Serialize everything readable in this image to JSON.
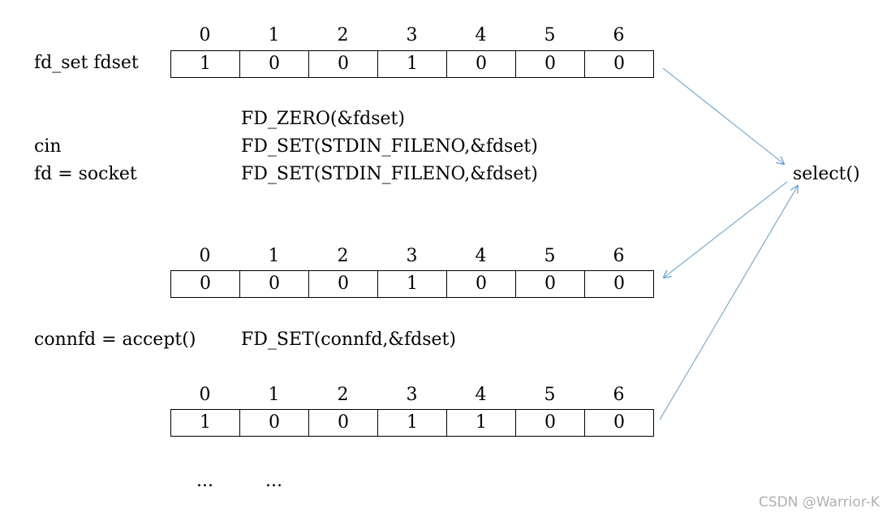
{
  "indices": [
    "0",
    "1",
    "2",
    "3",
    "4",
    "5",
    "6"
  ],
  "arrays": [
    {
      "label": "fd_set fdset",
      "bits": [
        "1",
        "0",
        "0",
        "1",
        "0",
        "0",
        "0"
      ]
    },
    {
      "label": "",
      "bits": [
        "0",
        "0",
        "0",
        "1",
        "0",
        "0",
        "0"
      ]
    },
    {
      "label": "",
      "bits": [
        "1",
        "0",
        "0",
        "1",
        "1",
        "0",
        "0"
      ]
    }
  ],
  "statements": [
    {
      "left": "",
      "right": "FD_ZERO(&fdset)"
    },
    {
      "left": "cin",
      "right": "FD_SET(STDIN_FILENO,&fdset)"
    },
    {
      "left": "fd = socket",
      "right": "FD_SET(STDIN_FILENO,&fdset)"
    },
    {
      "left": "connfd = accept()",
      "right": "FD_SET(connfd,&fdset)"
    }
  ],
  "select_label": "select()",
  "ellipsis": [
    "...",
    "..."
  ],
  "watermark": "CSDN @Warrior-K",
  "colors": {
    "arrow": "#5b9bd5",
    "border": "#000000",
    "watermark": "#b0b0b0"
  }
}
